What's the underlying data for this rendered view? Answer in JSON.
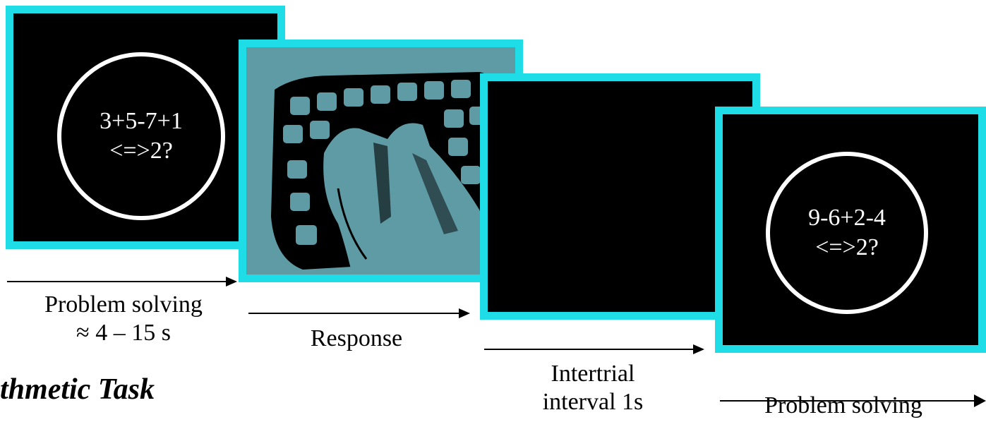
{
  "colors": {
    "frame_border": "#1fdde6",
    "screen_background": "#000000",
    "keyboard_background": "#5e9ba5",
    "stimulus_text": "#ffffff"
  },
  "frames": [
    {
      "name": "problem",
      "stimulus_line1": "3+5-7+1",
      "stimulus_line2": "<=>2?"
    },
    {
      "name": "response",
      "content": "keyboard-hand-image"
    },
    {
      "name": "intertrial",
      "content": "blank-screen"
    },
    {
      "name": "problem",
      "stimulus_line1": "9-6+2-4",
      "stimulus_line2": "<=>2?"
    }
  ],
  "stages": [
    {
      "line1": "Problem solving",
      "line2": "≈ 4 – 15 s"
    },
    {
      "line1": "Response"
    },
    {
      "line1": "Intertrial",
      "line2": "interval 1s"
    },
    {
      "line1": "Problem solving"
    }
  ],
  "title": "thmetic Task"
}
